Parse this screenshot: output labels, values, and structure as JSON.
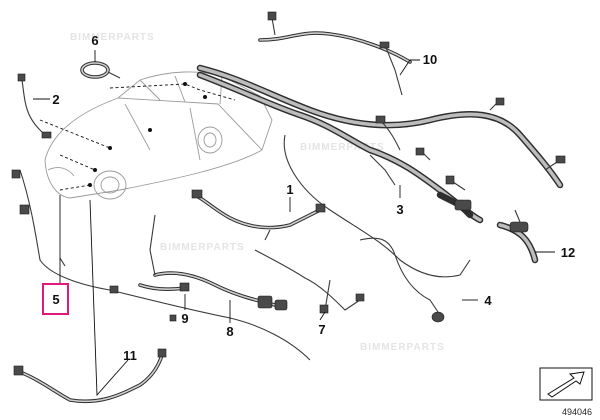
{
  "callouts": [
    {
      "id": "c1",
      "label": "1"
    },
    {
      "id": "c2",
      "label": "2"
    },
    {
      "id": "c3",
      "label": "3"
    },
    {
      "id": "c4",
      "label": "4"
    },
    {
      "id": "c5",
      "label": "5",
      "highlighted": true
    },
    {
      "id": "c6",
      "label": "6"
    },
    {
      "id": "c7",
      "label": "7"
    },
    {
      "id": "c8",
      "label": "8"
    },
    {
      "id": "c9",
      "label": "9"
    },
    {
      "id": "c10",
      "label": "10"
    },
    {
      "id": "c11",
      "label": "11"
    },
    {
      "id": "c12",
      "label": "12"
    }
  ],
  "watermark": "BIMMERPARTS",
  "part_reference": "494046",
  "colors": {
    "highlight": "#e0197d",
    "line": "#111111",
    "harness": "#2e2e2e"
  },
  "icons": {
    "orientation": "arrow-orientation-icon"
  }
}
